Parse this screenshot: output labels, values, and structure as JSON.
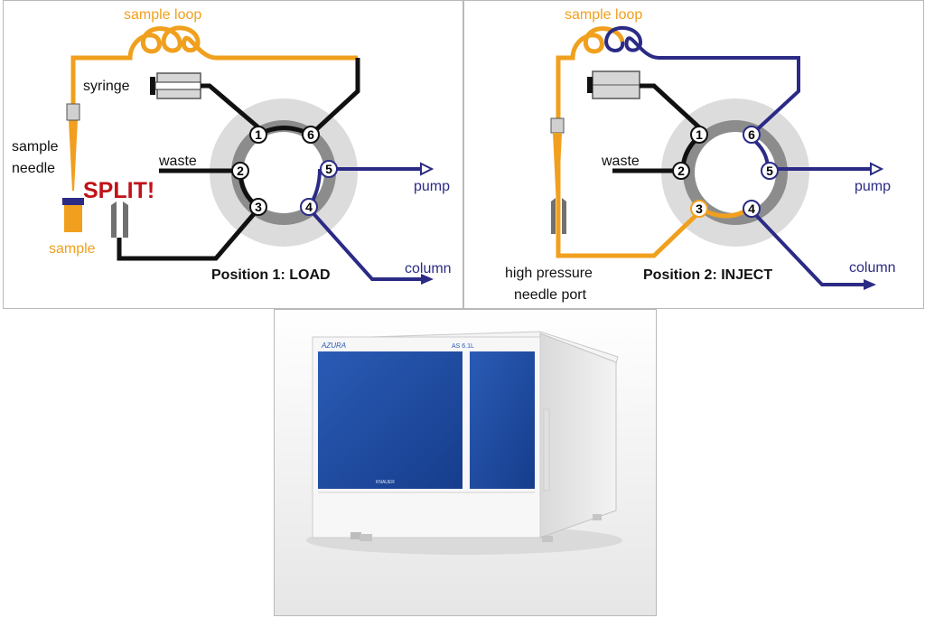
{
  "colors": {
    "orange": "#f0a01e",
    "navy": "#2b2b86",
    "black": "#111111",
    "valve_outer": "#dcdcdc",
    "valve_ring": "#8c8c8c",
    "split_red": "#c0121a",
    "panel_blue": "#1d4aa0"
  },
  "load_panel": {
    "sample_loop": "sample loop",
    "syringe": "syringe",
    "sample_needle_line1": "sample",
    "sample_needle_line2": "needle",
    "split": "SPLIT!",
    "sample": "sample",
    "waste": "waste",
    "pump": "pump",
    "column": "column",
    "position": "Position 1: LOAD",
    "ports": [
      "1",
      "2",
      "3",
      "4",
      "5",
      "6"
    ]
  },
  "inject_panel": {
    "sample_loop": "sample loop",
    "waste": "waste",
    "pump": "pump",
    "column": "column",
    "port_line1": "high pressure",
    "port_line2": "needle port",
    "position": "Position 2: INJECT",
    "ports": [
      "1",
      "2",
      "3",
      "4",
      "5",
      "6"
    ]
  },
  "photo": {
    "brand": "AZURA",
    "model": "AS 6.1L",
    "maker": "KNAUER",
    "icon": "autosampler-photo"
  }
}
